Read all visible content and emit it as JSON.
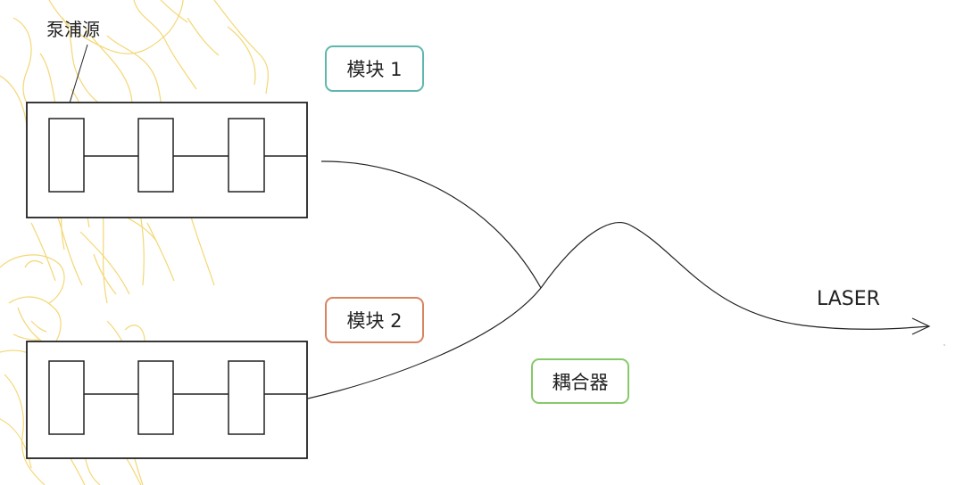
{
  "labels": {
    "pump_source": "泵浦源",
    "module1": "模块 1",
    "module2": "模块 2",
    "coupler": "耦合器",
    "laser": "LASER"
  },
  "colors": {
    "module1_border": "#5fb7ae",
    "module2_border": "#d9835f",
    "coupler_border": "#86c96a",
    "line": "#222222",
    "background_illustration": "#f3d56d"
  },
  "background": {
    "type": "line-illustration",
    "description_icon": "decorative-figure-drawing"
  }
}
